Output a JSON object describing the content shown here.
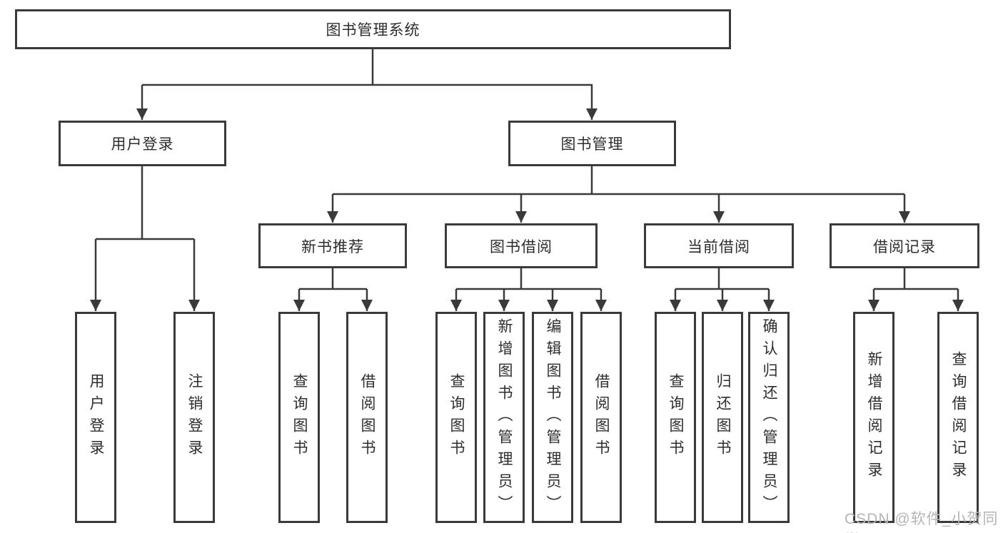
{
  "diagram": {
    "root": {
      "label": "图书管理系统"
    },
    "branches": [
      {
        "label": "用户登录",
        "children": [
          {
            "label": "用户登录"
          },
          {
            "label": "注销登录"
          }
        ]
      },
      {
        "label": "图书管理",
        "children": [
          {
            "label": "新书推荐",
            "children": [
              {
                "label": "查询图书"
              },
              {
                "label": "借阅图书"
              }
            ]
          },
          {
            "label": "图书借阅",
            "children": [
              {
                "label": "查询图书"
              },
              {
                "label": "新增图书（管理员）"
              },
              {
                "label": "编辑图书（管理员）"
              },
              {
                "label": "借阅图书"
              }
            ]
          },
          {
            "label": "当前借阅",
            "children": [
              {
                "label": "查询图书"
              },
              {
                "label": "归还图书"
              },
              {
                "label": "确认归还（管理员）"
              }
            ]
          },
          {
            "label": "借阅记录",
            "children": [
              {
                "label": "新增借阅记录"
              },
              {
                "label": "查询借阅记录"
              }
            ]
          }
        ]
      }
    ]
  },
  "watermark": {
    "text": "CSDN @软件_小贺同学"
  },
  "colors": {
    "line": "#3a3a3a",
    "box_border": "#3a3a3a",
    "text": "#2d2d2d",
    "watermark": "#b5b5b5",
    "background": "#ffffff"
  }
}
